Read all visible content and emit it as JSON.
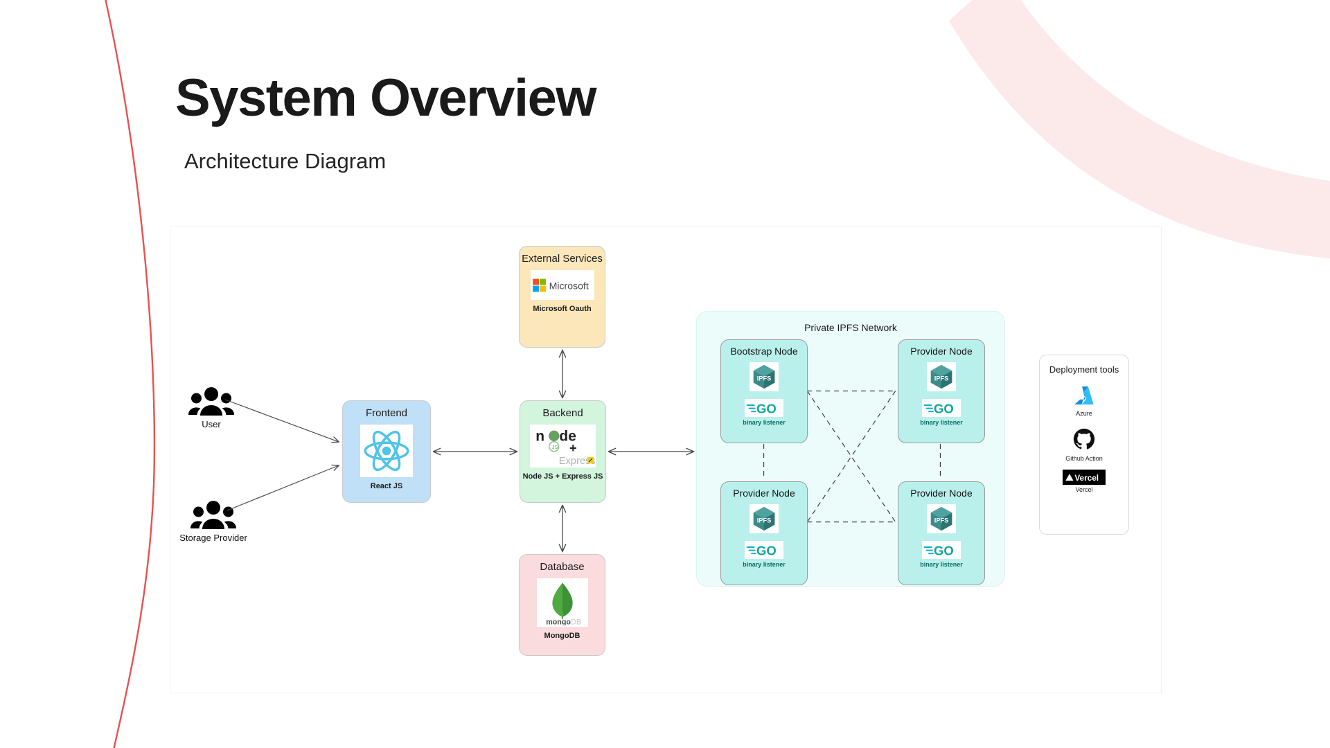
{
  "header": {
    "title": "System Overview",
    "subtitle": "Architecture Diagram"
  },
  "theme": {
    "accent_red": "#e8504f",
    "deco_pink": "#fceaea",
    "frontend_bg": "#bfe0f6",
    "backend_bg": "#d3f5dd",
    "external_bg": "#fbe7b9",
    "database_bg": "#fadcde",
    "ipfs_network_bg": "#ecfcfb",
    "ipfs_node_bg": "#b9f0ec",
    "ipfs_logo_color": "#2f7f7d",
    "go_logo_color": "#00acd7"
  },
  "actors": [
    {
      "label": "User",
      "icon": "users-group-icon"
    },
    {
      "label": "Storage Provider",
      "icon": "users-group-icon"
    }
  ],
  "boxes": {
    "frontend": {
      "title": "Frontend",
      "caption": "React JS",
      "logo": "react-logo"
    },
    "backend": {
      "title": "Backend",
      "caption": "Node JS + Express JS",
      "logo": "node-express-logo"
    },
    "external": {
      "title": "External Services",
      "caption": "Microsoft Oauth",
      "logo": "microsoft-logo"
    },
    "database": {
      "title": "Database",
      "caption": "MongoDB",
      "logo": "mongodb-logo"
    }
  },
  "ipfs_network": {
    "title": "Private IPFS Network",
    "nodes": [
      {
        "title": "Bootstrap Node",
        "logo": "ipfs-logo",
        "sub_logo": "go-logo",
        "caption": "binary listener"
      },
      {
        "title": "Provider Node",
        "logo": "ipfs-logo",
        "sub_logo": "go-logo",
        "caption": "binary listener"
      },
      {
        "title": "Provider Node",
        "logo": "ipfs-logo",
        "sub_logo": "go-logo",
        "caption": "binary listener"
      },
      {
        "title": "Provider Node",
        "logo": "ipfs-logo",
        "sub_logo": "go-logo",
        "caption": "binary listener"
      }
    ],
    "link_style": "dashed",
    "topology": "full-mesh"
  },
  "deployment": {
    "title": "Deployment tools",
    "tools": [
      {
        "label": "Azure",
        "logo": "azure-logo"
      },
      {
        "label": "Github Action",
        "logo": "github-logo"
      },
      {
        "label": "Vercel",
        "logo": "vercel-logo"
      }
    ]
  },
  "connections": [
    {
      "from": "User",
      "to": "Frontend",
      "arrow": "single"
    },
    {
      "from": "Storage Provider",
      "to": "Frontend",
      "arrow": "single"
    },
    {
      "from": "Frontend",
      "to": "Backend",
      "arrow": "double"
    },
    {
      "from": "Backend",
      "to": "External Services",
      "arrow": "double"
    },
    {
      "from": "Backend",
      "to": "Database",
      "arrow": "double"
    },
    {
      "from": "Backend",
      "to": "Private IPFS Network",
      "arrow": "double"
    }
  ]
}
